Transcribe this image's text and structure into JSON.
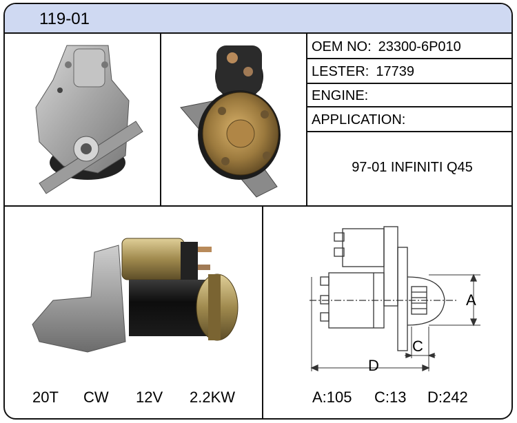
{
  "header": {
    "title": "119-01"
  },
  "specs": {
    "oem_label": "OEM NO:",
    "oem_value": "23300-6P010",
    "lester_label": "LESTER:",
    "lester_value": "17739",
    "engine_label": "ENGINE:",
    "engine_value": "",
    "application_label": "APPLICATION:",
    "application_value": "97-01 INFINITI Q45"
  },
  "ratings": {
    "teeth": "20T",
    "rotation": "CW",
    "voltage": "12V",
    "power": "2.2KW"
  },
  "dimensions": {
    "a": "A:105",
    "c": "C:13",
    "d": "D:242",
    "a_mark": "A",
    "c_mark": "C",
    "d_mark": "D"
  },
  "colors": {
    "header_bg": "#cfd9f2",
    "border": "#111111"
  }
}
